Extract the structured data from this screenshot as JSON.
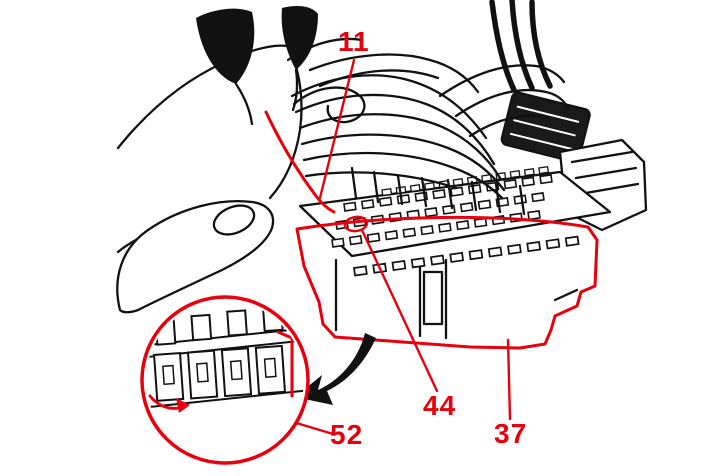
{
  "figure": {
    "callouts": [
      {
        "label": "11"
      },
      {
        "label": "44"
      },
      {
        "label": "37"
      },
      {
        "label": "52"
      }
    ],
    "colors": {
      "highlight": "#e8000d",
      "line": "#111111",
      "background": "#ffffff"
    }
  }
}
